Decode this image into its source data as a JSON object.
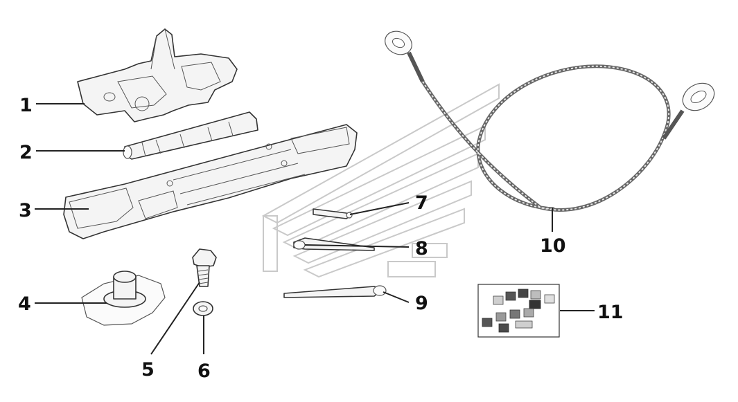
{
  "callouts": [
    {
      "id": "1",
      "label": "1"
    },
    {
      "id": "2",
      "label": "2"
    },
    {
      "id": "3",
      "label": "3"
    },
    {
      "id": "4",
      "label": "4"
    },
    {
      "id": "5",
      "label": "5"
    },
    {
      "id": "6",
      "label": "6"
    },
    {
      "id": "7",
      "label": "7"
    },
    {
      "id": "8",
      "label": "8"
    },
    {
      "id": "9",
      "label": "9"
    },
    {
      "id": "10",
      "label": "10"
    },
    {
      "id": "11",
      "label": "11"
    }
  ],
  "colors": {
    "background": "#ffffff",
    "line": "#333333",
    "part_fill": "#f4f4f4",
    "watermark": "#c9c9c9"
  }
}
